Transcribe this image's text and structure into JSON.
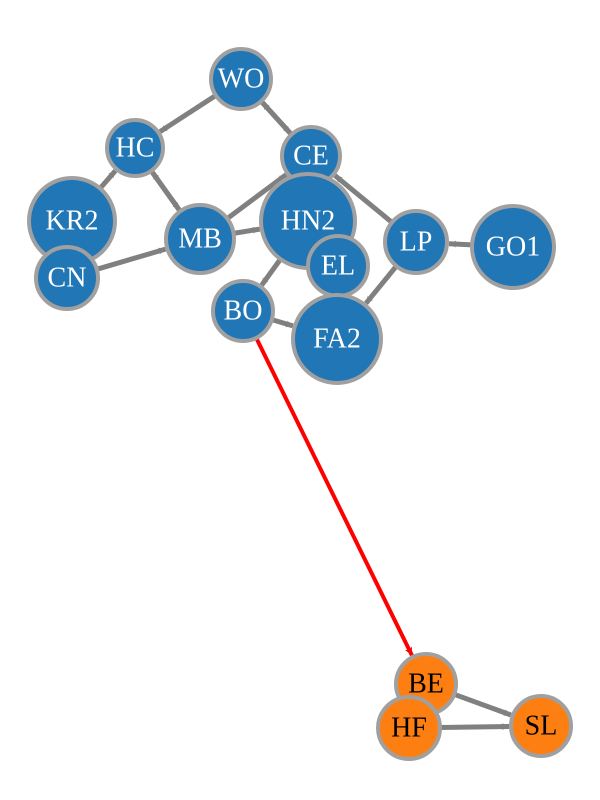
{
  "graph": {
    "colors": {
      "cluster_a": "#2176b5",
      "cluster_b": "#fd7f11",
      "node_stroke": "#a0a0a0",
      "edge": "#808080",
      "highlight_edge": "#ff0000",
      "label_on_a": "#ffffff",
      "label_on_b": "#000000"
    },
    "nodes": [
      {
        "id": "WO",
        "label": "WO",
        "group": "a"
      },
      {
        "id": "HC",
        "label": "HC",
        "group": "a"
      },
      {
        "id": "CE",
        "label": "CE",
        "group": "a"
      },
      {
        "id": "KR2",
        "label": "KR2",
        "group": "a"
      },
      {
        "id": "MB",
        "label": "MB",
        "group": "a"
      },
      {
        "id": "HN2",
        "label": "HN2",
        "group": "a"
      },
      {
        "id": "LP",
        "label": "LP",
        "group": "a"
      },
      {
        "id": "GO1",
        "label": "GO1",
        "group": "a"
      },
      {
        "id": "CN",
        "label": "CN",
        "group": "a"
      },
      {
        "id": "EL",
        "label": "EL",
        "group": "a"
      },
      {
        "id": "BO",
        "label": "BO",
        "group": "a"
      },
      {
        "id": "FA2",
        "label": "FA2",
        "group": "a"
      },
      {
        "id": "BE",
        "label": "BE",
        "group": "b"
      },
      {
        "id": "HF",
        "label": "HF",
        "group": "b"
      },
      {
        "id": "SL",
        "label": "SL",
        "group": "b"
      }
    ],
    "edges": [
      {
        "from": "WO",
        "to": "HC"
      },
      {
        "from": "WO",
        "to": "CE"
      },
      {
        "from": "CE",
        "to": "WO"
      },
      {
        "from": "KR2",
        "to": "HC"
      },
      {
        "from": "MB",
        "to": "HC"
      },
      {
        "from": "HC",
        "to": "MB"
      },
      {
        "from": "CN",
        "to": "MB"
      },
      {
        "from": "MB",
        "to": "HN2"
      },
      {
        "from": "MB",
        "to": "CE"
      },
      {
        "from": "LP",
        "to": "CE"
      },
      {
        "from": "GO1",
        "to": "LP"
      },
      {
        "from": "LP",
        "to": "FA2"
      },
      {
        "from": "HN2",
        "to": "BO"
      },
      {
        "from": "BO",
        "to": "FA2"
      },
      {
        "from": "BO",
        "to": "BE",
        "highlight": true
      },
      {
        "from": "BE",
        "to": "SL"
      },
      {
        "from": "HF",
        "to": "SL"
      }
    ]
  }
}
